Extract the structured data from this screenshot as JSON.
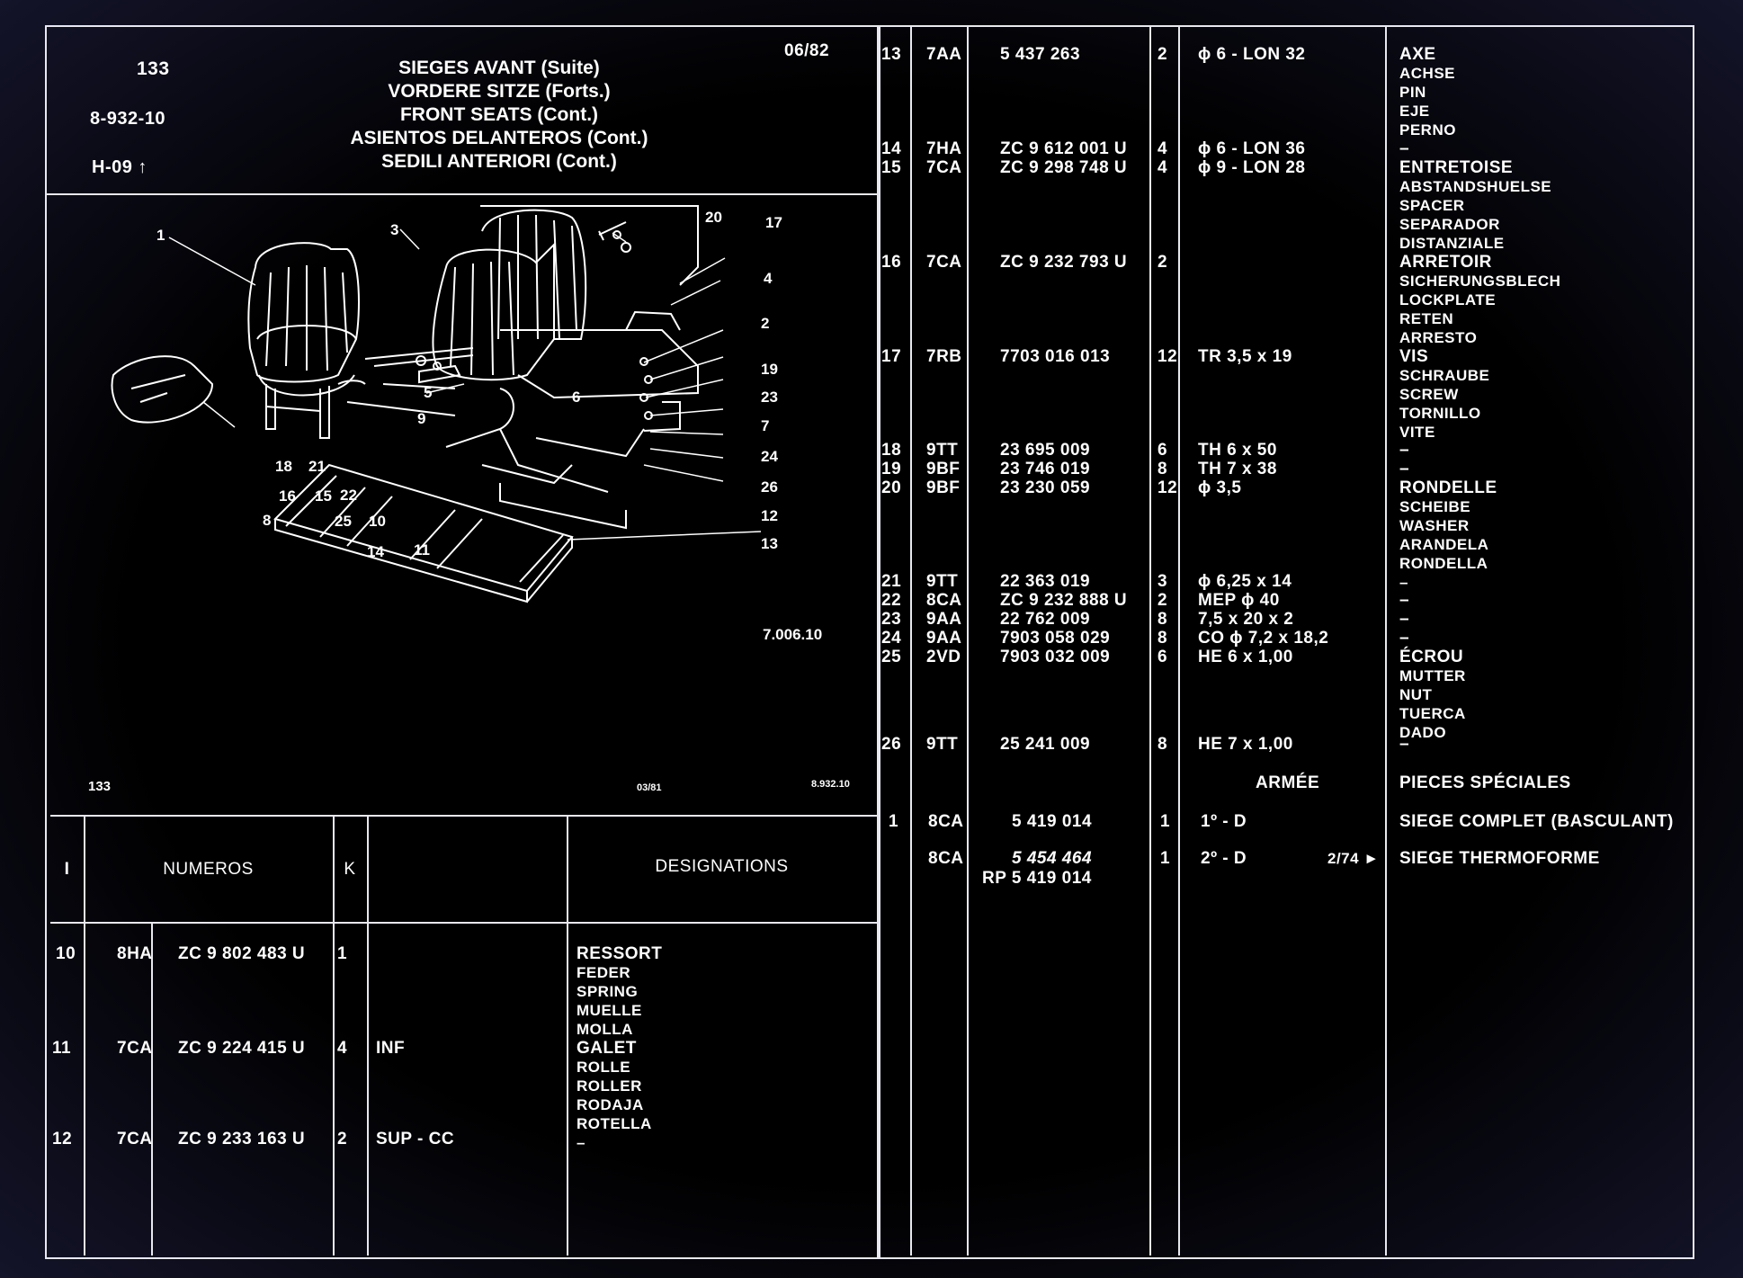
{
  "header": {
    "plate": "133",
    "ref": "8-932-10",
    "section": "H-09",
    "date": "06/82",
    "titles": [
      "SIEGES AVANT (Suite)",
      "VORDERE SITZE (Forts.)",
      "FRONT SEATS (Cont.)",
      "ASIENTOS DELANTEROS (Cont.)",
      "SEDILI ANTERIORI (Cont.)"
    ]
  },
  "figure": {
    "plate_label": "133",
    "date_label": "03/81",
    "ref_label": "8.932.10",
    "callouts": [
      "1",
      "2",
      "3",
      "4",
      "5",
      "6",
      "7",
      "8",
      "9",
      "10",
      "11",
      "12",
      "13",
      "14",
      "15",
      "16",
      "17",
      "18",
      "19",
      "20",
      "21",
      "22",
      "23",
      "24",
      "25",
      "26",
      "7.006.10"
    ]
  },
  "table_header": {
    "i": "I",
    "numeros": "NUMEROS",
    "k": "K",
    "designations": "DESIGNATIONS"
  },
  "left_rows": [
    {
      "i": "10",
      "code": "8HA",
      "part": "ZC 9 802 483 U",
      "k": "1",
      "spec": "",
      "des": [
        "RESSORT",
        "FEDER",
        "SPRING",
        "MUELLE",
        "MOLLA"
      ]
    },
    {
      "i": "11",
      "code": "7CA",
      "part": "ZC 9 224 415 U",
      "k": "4",
      "spec": "INF",
      "des": [
        "GALET",
        "ROLLE",
        "ROLLER",
        "RODAJA",
        "ROTELLA",
        "–"
      ]
    },
    {
      "i": "12",
      "code": "7CA",
      "part": "ZC 9 233 163 U",
      "k": "2",
      "spec": "SUP - CC",
      "des": []
    }
  ],
  "right_rows": [
    {
      "i": "13",
      "code": "7AA",
      "part": "5 437 263",
      "k": "2",
      "spec": "ϕ 6 - LON 32",
      "des": [
        "AXE",
        "ACHSE",
        "PIN",
        "EJE",
        "PERNO"
      ]
    },
    {
      "i": "14",
      "code": "7HA",
      "part": "ZC 9 612 001 U",
      "k": "4",
      "spec": "ϕ 6 - LON 36",
      "des": [
        "–"
      ]
    },
    {
      "i": "15",
      "code": "7CA",
      "part": "ZC 9 298 748 U",
      "k": "4",
      "spec": "ϕ 9 - LON 28",
      "des": [
        "ENTRETOISE",
        "ABSTANDSHUELSE",
        "SPACER",
        "SEPARADOR",
        "DISTANZIALE"
      ]
    },
    {
      "i": "16",
      "code": "7CA",
      "part": "ZC 9 232 793 U",
      "k": "2",
      "spec": "",
      "des": [
        "ARRETOIR",
        "SICHERUNGSBLECH",
        "LOCKPLATE",
        "RETEN",
        "ARRESTO"
      ]
    },
    {
      "i": "17",
      "code": "7RB",
      "part": "7703 016 013",
      "k": "12",
      "spec": "TR 3,5 x 19",
      "des": [
        "VIS",
        "SCHRAUBE",
        "SCREW",
        "TORNILLO",
        "VITE"
      ]
    },
    {
      "i": "18",
      "code": "9TT",
      "part": "23 695 009",
      "k": "6",
      "spec": "TH 6 x 50",
      "des": [
        "–"
      ]
    },
    {
      "i": "19",
      "code": "9BF",
      "part": "23 746 019",
      "k": "8",
      "spec": "TH 7 x 38",
      "des": [
        "–"
      ]
    },
    {
      "i": "20",
      "code": "9BF",
      "part": "23 230 059",
      "k": "12",
      "spec": "ϕ 3,5",
      "des": [
        "RONDELLE",
        "SCHEIBE",
        "WASHER",
        "ARANDELA",
        "RONDELLA",
        "–"
      ]
    },
    {
      "i": "21",
      "code": "9TT",
      "part": "22 363 019",
      "k": "3",
      "spec": "ϕ 6,25 x 14",
      "des": []
    },
    {
      "i": "22",
      "code": "8CA",
      "part": "ZC 9 232 888 U",
      "k": "2",
      "spec": "MEP ϕ 40",
      "des": [
        "–"
      ]
    },
    {
      "i": "23",
      "code": "9AA",
      "part": "22 762 009",
      "k": "8",
      "spec": "7,5 x 20 x 2",
      "des": [
        "–"
      ]
    },
    {
      "i": "24",
      "code": "9AA",
      "part": "7903 058 029",
      "k": "8",
      "spec": "CO ϕ 7,2 x 18,2",
      "des": [
        "–"
      ]
    },
    {
      "i": "25",
      "code": "2VD",
      "part": "7903 032 009",
      "k": "6",
      "spec": "HE 6 x 1,00",
      "des": [
        "ÉCROU",
        "MUTTER",
        "NUT",
        "TUERCA",
        "DADO"
      ]
    },
    {
      "i": "26",
      "code": "9TT",
      "part": "25 241 009",
      "k": "8",
      "spec": "HE 7 x 1,00",
      "des": [
        "–"
      ]
    }
  ],
  "special": {
    "armee": "ARMÉE",
    "heading": "PIECES SPÉCIALES",
    "rows": [
      {
        "i": "1",
        "code": "8CA",
        "part": "5 419 014",
        "k": "1",
        "spec": "1º - D",
        "note": "",
        "des": "SIEGE COMPLET (BASCULANT)"
      },
      {
        "i": "",
        "code": "8CA",
        "part": "5 454 464",
        "part2": "RP 5 419 014",
        "k": "1",
        "spec": "2º - D",
        "note": "2/74 ►",
        "des": "SIEGE THERMOFORME"
      }
    ]
  },
  "colors": {
    "background": "#000000",
    "ink": "#ffffff",
    "border": "#14142a"
  }
}
